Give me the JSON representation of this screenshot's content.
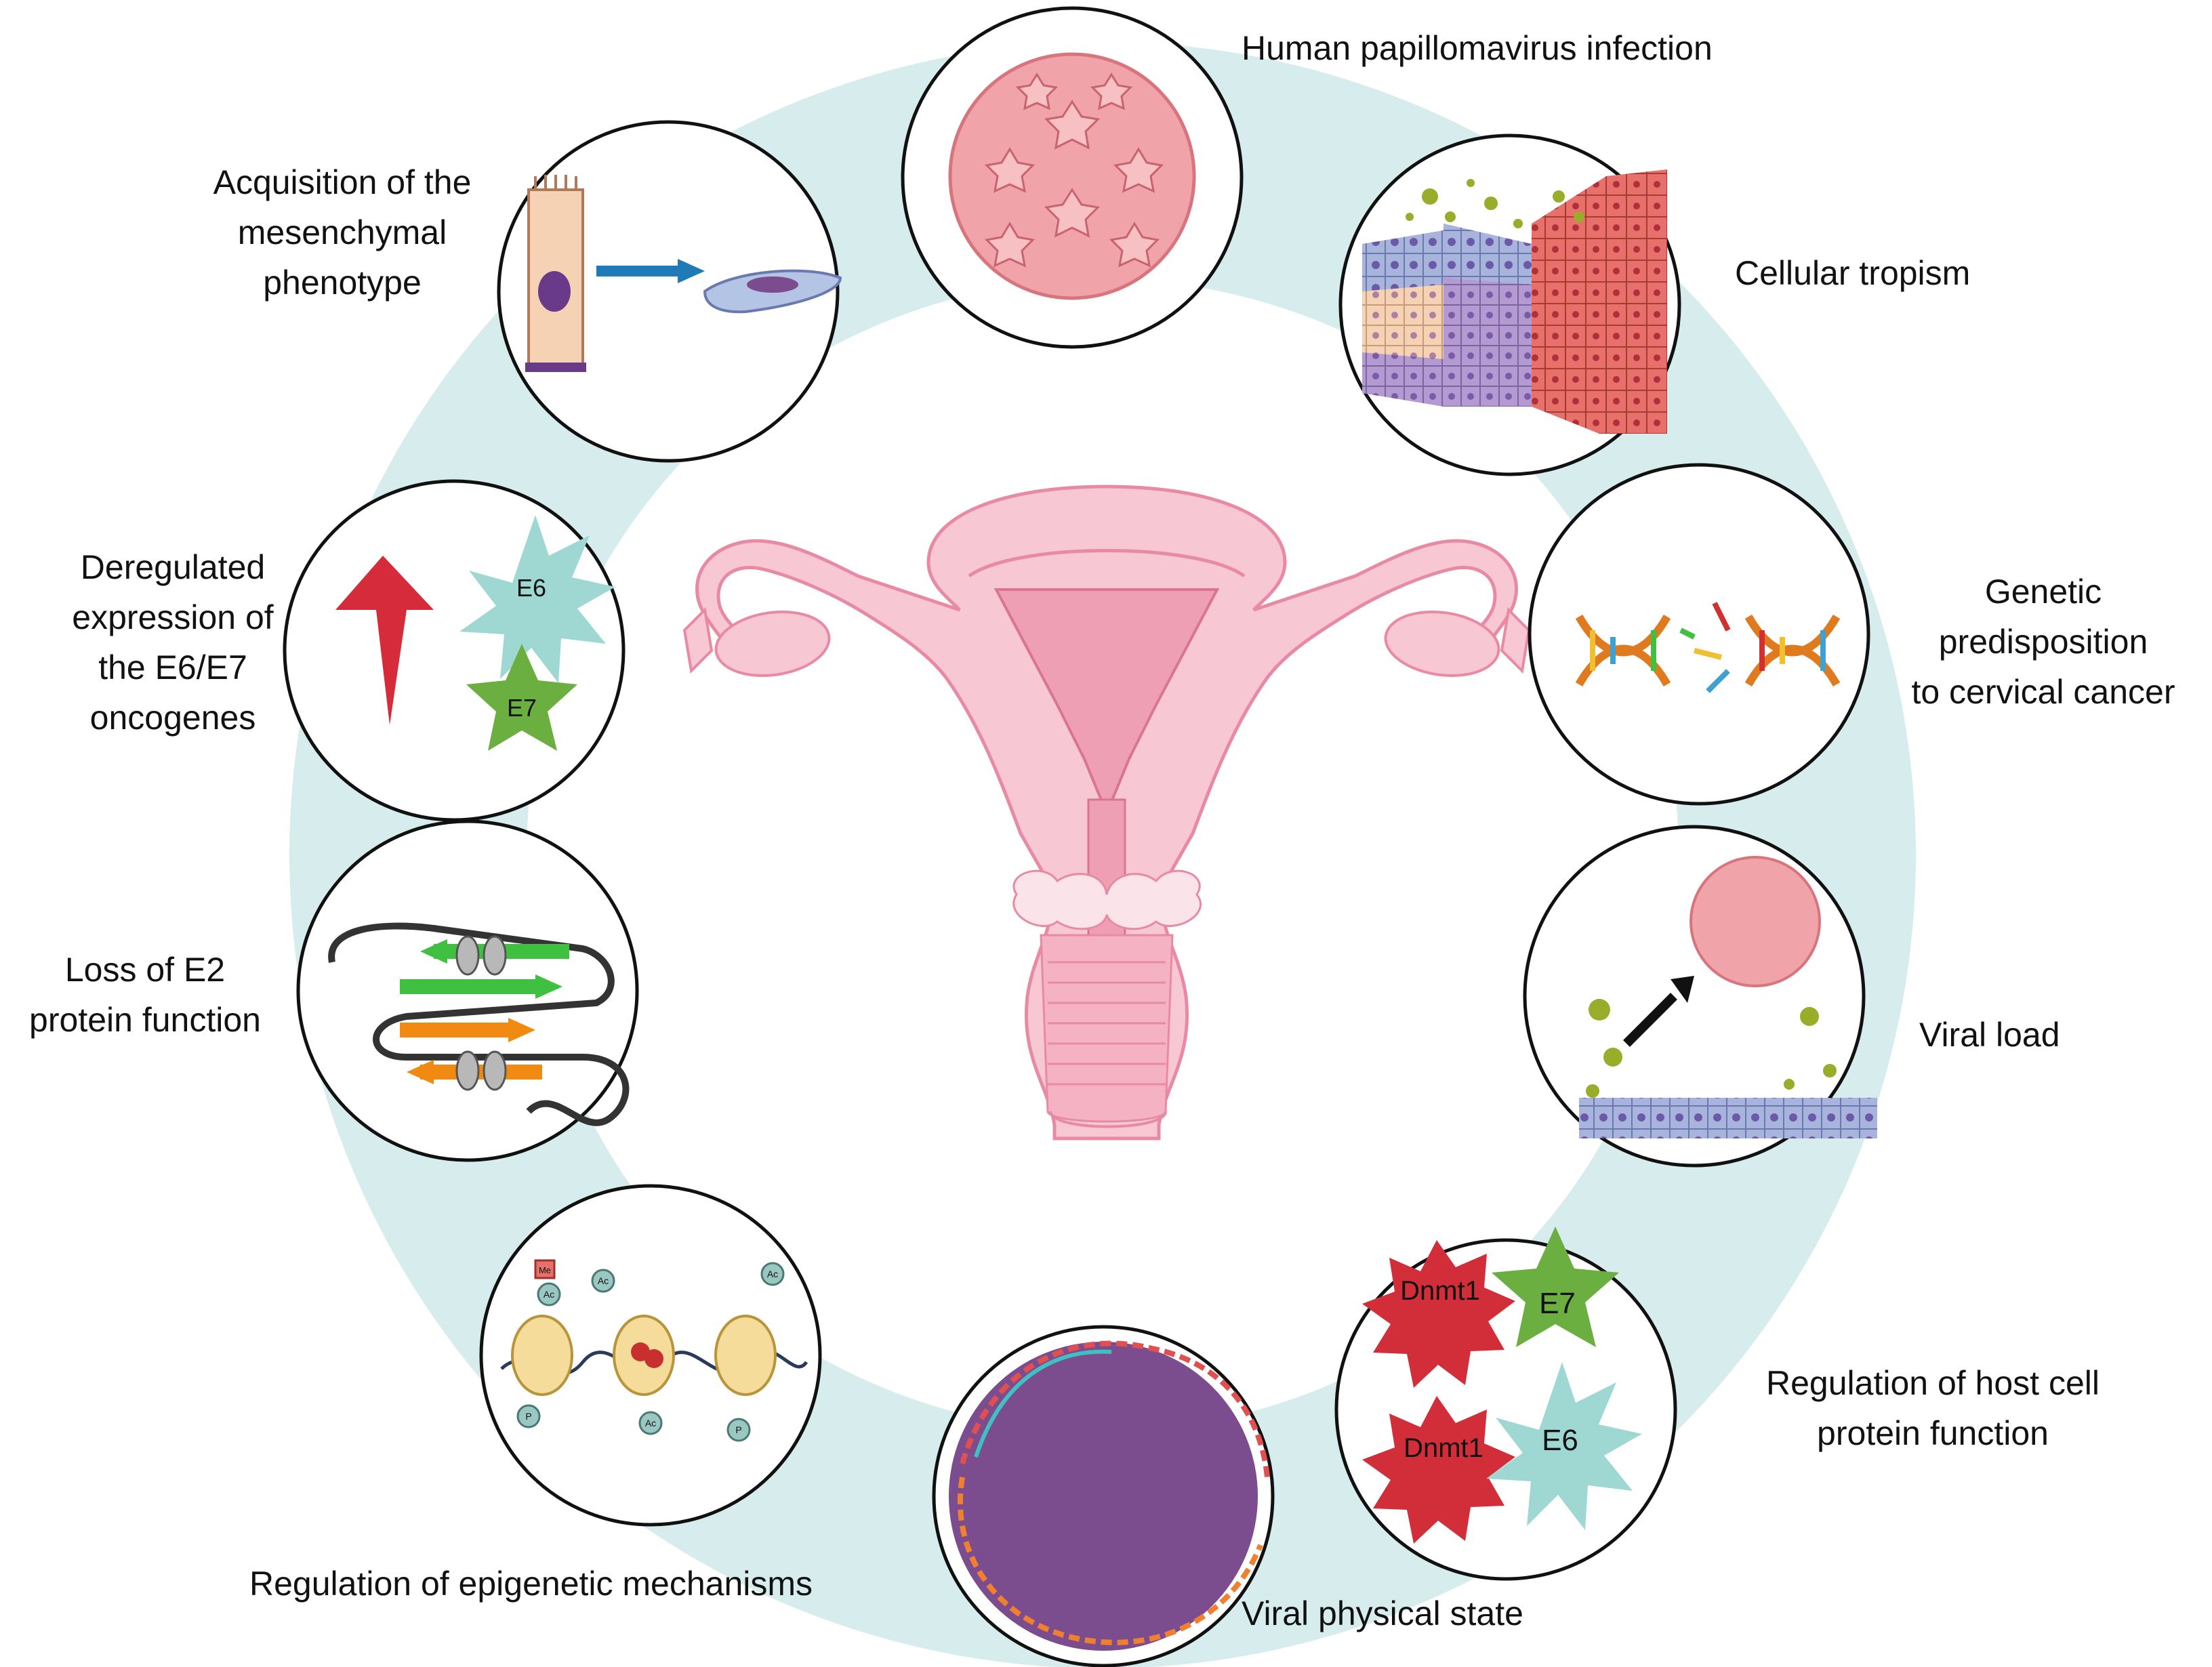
{
  "colors": {
    "ring": "#d6eced",
    "circle_stroke": "#111111",
    "uterus": "#f4b8c7",
    "uterus_dark": "#e88aa4",
    "cell_blue": "#a8b4dc",
    "cell_peach": "#f6d2b4",
    "cell_purple": "#b39ad0",
    "cell_red": "#e8706a",
    "virus_pink": "#f0a3a8",
    "arrow_blue": "#1f7ab8",
    "up_arrow_red": "#d62b3a",
    "e6_teal": "#9fd8d3",
    "e7_green": "#6aaf3f",
    "dnmt1_red": "#d12e3a",
    "dna_orange": "#e07a1f",
    "dna_yellow": "#f0c030",
    "viral_purple": "#7b4d8e",
    "nucleosome": "#f6dc9a",
    "strand_green": "#40c040",
    "strand_orange": "#f08a10"
  },
  "labels": {
    "hpv_infection": "Human papillomavirus infection",
    "cellular_tropism": "Cellular tropism",
    "genetic": [
      "Genetic",
      "predisposition",
      "to cervical cancer"
    ],
    "viral_load": "Viral load",
    "host_protein": [
      "Regulation of host cell",
      "protein function"
    ],
    "physical_state": "Viral physical state",
    "epigenetic": "Regulation of epigenetic mechanisms",
    "e2_loss": [
      "Loss of E2",
      "protein function"
    ],
    "deregulated": [
      "Deregulated",
      "expression of",
      "the E6/E7",
      "oncogenes"
    ],
    "mesenchymal": [
      "Acquisition of the",
      "mesenchymal",
      "phenotype"
    ]
  },
  "glyphs": {
    "e6": "E6",
    "e7": "E7",
    "dnmt1": "Dnmt1",
    "ac": "Ac",
    "p": "P",
    "me": "Me"
  }
}
